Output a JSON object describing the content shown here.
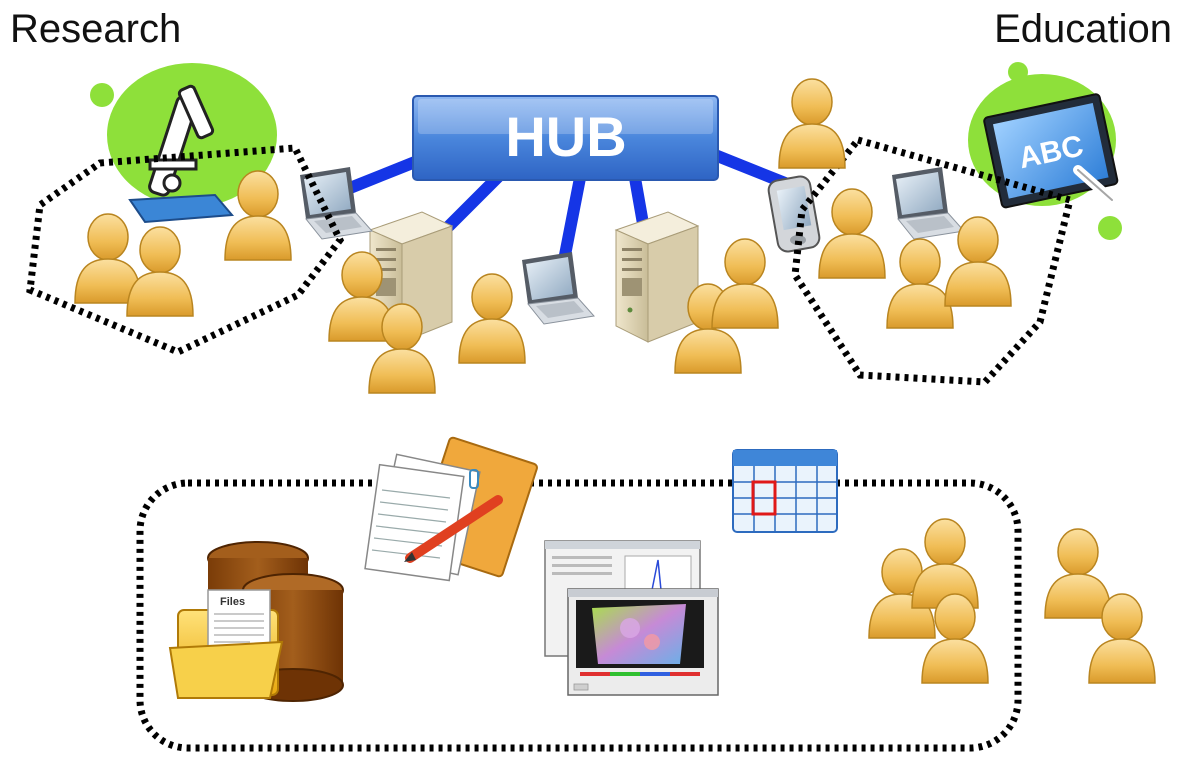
{
  "labels": {
    "research": "Research",
    "education": "Education",
    "hub": "HUB"
  },
  "icons": {
    "research": "microscope-icon",
    "education": "chalkboard-abc-icon",
    "abc_text": "ABC",
    "files_text": "Files",
    "documents": "documents-notebook-icon",
    "calendar": "calendar-icon",
    "databases": "database-icon",
    "visualization": "visualization-tool-icon",
    "servers": "server-icon",
    "laptops": "laptop-icon",
    "pda": "pda-icon",
    "people": "user-icon"
  },
  "colors": {
    "hub_blue": "#3a78d8",
    "link_blue": "#1535e6",
    "person_yellow": "#f2c15b",
    "green_blob": "#8ee03a",
    "dotted_outline": "#000000",
    "database_brown": "#8a4a0f",
    "folder_yellow": "#f3c93a"
  }
}
